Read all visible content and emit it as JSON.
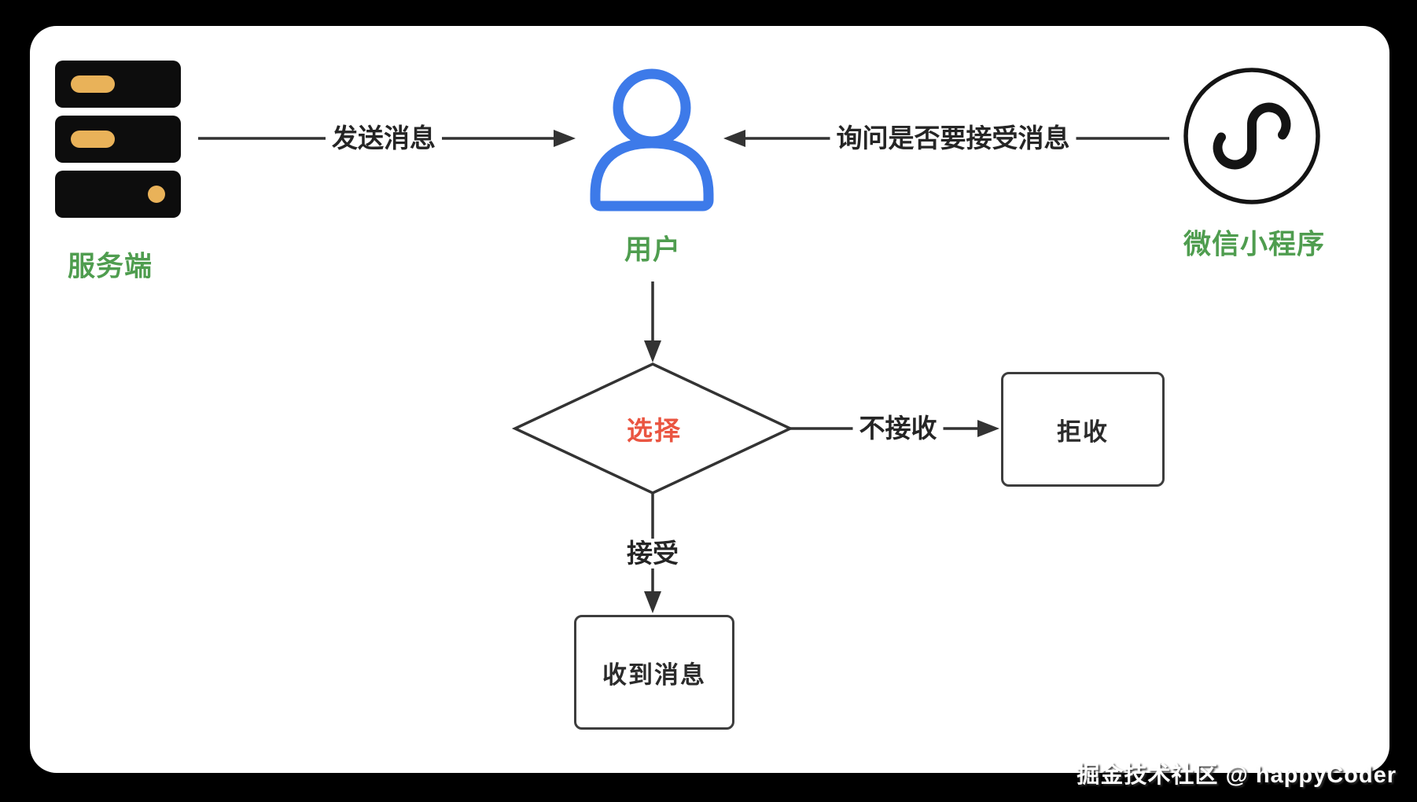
{
  "nodes": {
    "server": {
      "label": "服务端"
    },
    "user": {
      "label": "用户"
    },
    "wechat": {
      "label": "微信小程序"
    },
    "decision": {
      "label": "选择"
    },
    "reject": {
      "label": "拒收"
    },
    "received": {
      "label": "收到消息"
    }
  },
  "edges": {
    "send": {
      "label": "发送消息"
    },
    "ask": {
      "label": "询问是否要接受消息"
    },
    "not_accept": {
      "label": "不接收"
    },
    "accept": {
      "label": "接受"
    }
  },
  "icons": {
    "server": "server-icon",
    "user": "user-icon",
    "wechat": "wechat-miniprogram-icon"
  },
  "watermark": {
    "text": "掘金技术社区 @ happyCoder"
  },
  "colors": {
    "bg": "#000000",
    "canvas": "#ffffff",
    "ink": "#333333",
    "boxline": "#3d3d3d",
    "green": "#4f9d4f",
    "red": "#ea5541",
    "blue": "#3d7ae9",
    "gold": "#e9b259",
    "iconblack": "#0d0d0d"
  }
}
